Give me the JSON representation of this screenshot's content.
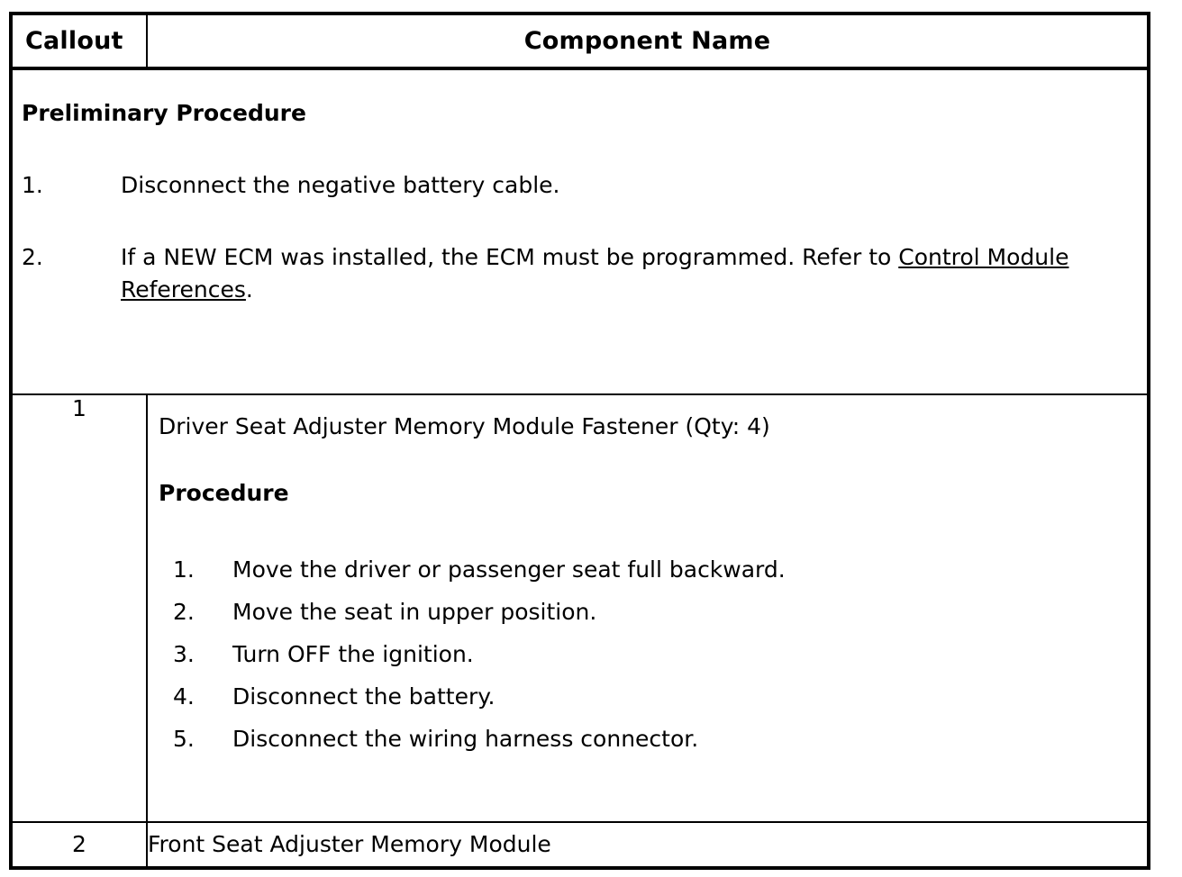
{
  "table": {
    "headers": {
      "callout": "Callout",
      "component_name": "Component Name"
    },
    "preliminary": {
      "title": "Preliminary Procedure",
      "steps": [
        {
          "number": "1.",
          "text": "Disconnect the negative battery cable."
        },
        {
          "number": "2.",
          "text_before": "If a NEW ECM was installed, the ECM must be programmed. Refer to ",
          "link_text": "Control Module References",
          "text_after": "."
        }
      ]
    },
    "rows": [
      {
        "callout": "1",
        "component_name": "Driver Seat Adjuster Memory Module Fastener (Qty: 4)",
        "procedure_heading": "Procedure",
        "procedure_steps": [
          {
            "number": "1.",
            "text": "Move the driver or passenger seat full backward."
          },
          {
            "number": "2.",
            "text": "Move the seat in upper position."
          },
          {
            "number": "3.",
            "text": "Turn OFF the ignition."
          },
          {
            "number": "4.",
            "text": "Disconnect the battery."
          },
          {
            "number": "5.",
            "text": "Disconnect the wiring harness connector."
          }
        ]
      },
      {
        "callout": "2",
        "component_name": "Front Seat Adjuster Memory Module"
      }
    ]
  },
  "colors": {
    "border": "#000000",
    "text": "#000000",
    "background": "#ffffff"
  }
}
